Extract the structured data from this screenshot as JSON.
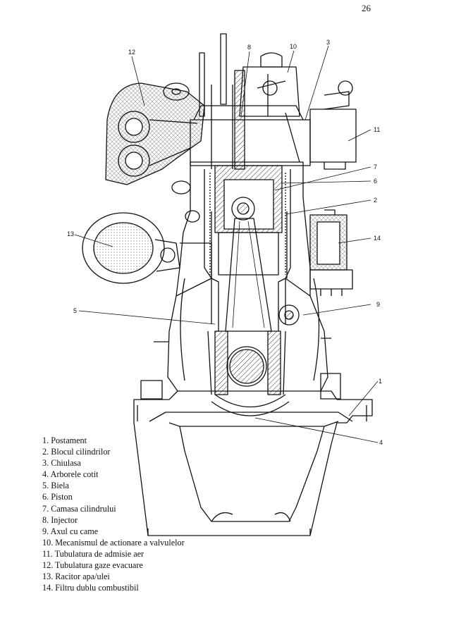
{
  "page_number": "26",
  "callouts": [
    "12",
    "8",
    "10",
    "3",
    "11",
    "7",
    "6",
    "2",
    "14",
    "13",
    "5",
    "9",
    "1",
    "4"
  ],
  "legend": [
    "1. Postament",
    "2. Blocul cilindrilor",
    "3. Chiulasa",
    "4. Arborele cotit",
    "5. Biela",
    "6. Piston",
    "7. Camasa cilindrului",
    "8. Injector",
    "9. Axul cu came",
    "10. Mecanismul de actionare a valvulelor",
    "11. Tubulatura de admisie aer",
    "12. Tubulatura gaze evacuare",
    "13. Racitor apa/ulei",
    "14. Filtru dublu combustibil"
  ]
}
